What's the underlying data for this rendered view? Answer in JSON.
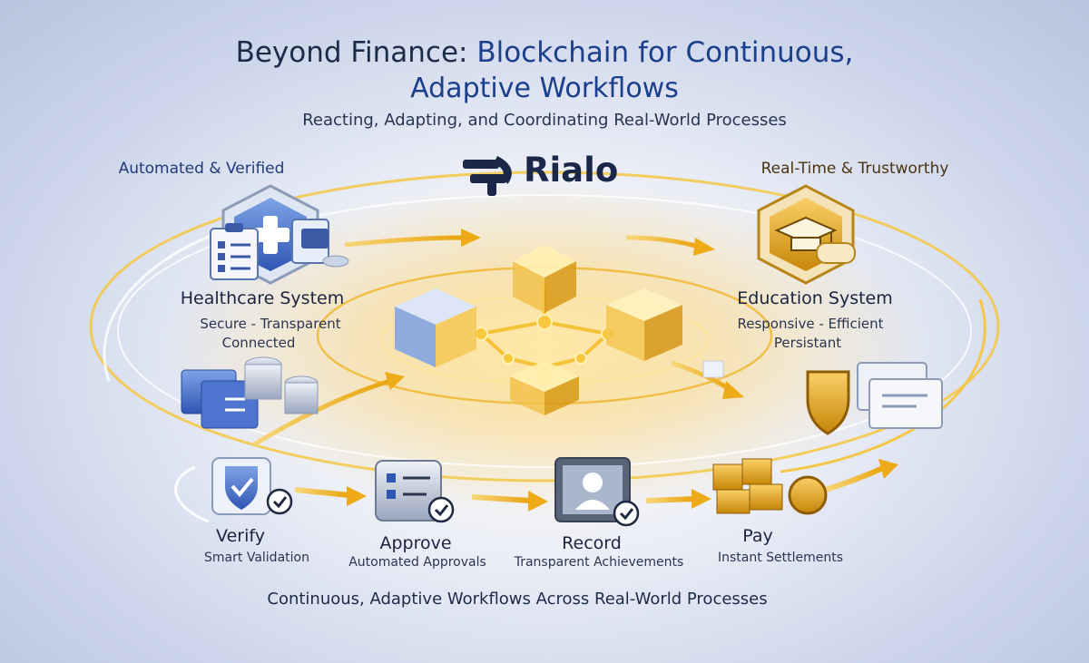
{
  "title": {
    "line1_part1": "Beyond Finance: ",
    "line1_part2": "Blockchain for Continuous,",
    "line2": "Adaptive Workflows"
  },
  "subtitle": "Reacting, Adapting, and Coordinating Real-World Processes",
  "brand": {
    "name": "Rialo",
    "icon": "rialo-logo-icon",
    "color": "#1a2748"
  },
  "tags": {
    "left": "Automated & Verified",
    "right": "Real-Time & Trustworthy"
  },
  "nodes": {
    "healthcare": {
      "title": "Healthcare System",
      "sub1": "Secure - Transparent",
      "sub2": "Connected",
      "icon": "medical-cross-icon"
    },
    "education": {
      "title": "Education System",
      "sub1": "Responsive - Efficient",
      "sub2": "Persistant",
      "icon": "graduation-cap-icon"
    }
  },
  "steps": [
    {
      "title": "Verify",
      "sub": "Smart Validation",
      "icon": "shield-check-icon"
    },
    {
      "title": "Approve",
      "sub": "Automated Approvals",
      "icon": "checklist-icon"
    },
    {
      "title": "Record",
      "sub": "Transparent Achievements",
      "icon": "user-record-icon"
    },
    {
      "title": "Pay",
      "sub": "Instant Settlements",
      "icon": "coin-icon"
    }
  ],
  "footer": "Continuous, Adaptive Workflows Across Real-World Processes",
  "colors": {
    "gold": "#f2b21c",
    "blue": "#3b63c4",
    "navy": "#1a2748"
  }
}
